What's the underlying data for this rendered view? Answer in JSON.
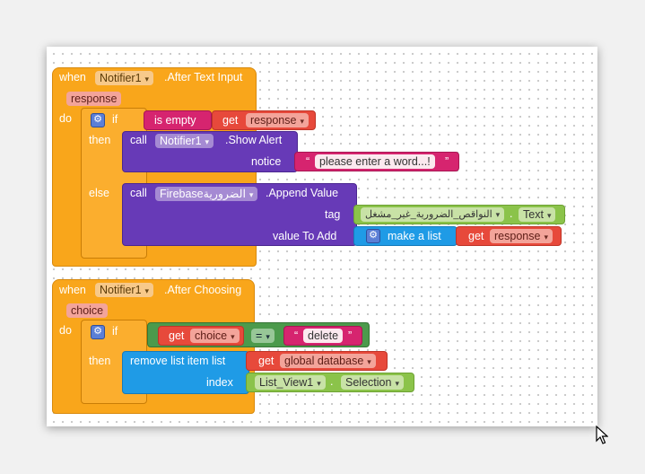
{
  "event1": {
    "when": "when",
    "component": "Notifier1",
    "event": ".After Text Input",
    "param": "response",
    "do": "do",
    "if": "if",
    "is_empty": "is empty",
    "get": "get",
    "get_var": "response",
    "then": "then",
    "call": "call",
    "call_component": "Notifier1",
    "method": ".Show Alert",
    "notice_label": "notice",
    "notice_text": "please enter a word...!",
    "else": "else",
    "call2": "call",
    "firebase_component": "Firebaseالضرورية",
    "append": ".Append Value",
    "tag_label": "tag",
    "tag_component": "النواقص_الضرورية_غير_مشغل",
    "text_prop": "Text",
    "value_label": "value To Add",
    "make_list": "make a list",
    "get2": "get",
    "get2_var": "response"
  },
  "event2": {
    "when": "when",
    "component": "Notifier1",
    "event": ".After Choosing",
    "param": "choice",
    "do": "do",
    "if": "if",
    "get": "get",
    "get_var": "choice",
    "equals": "=",
    "compare_text": "delete",
    "then": "then",
    "remove_label": "remove list item  list",
    "get2": "get",
    "global_var": "global database",
    "index_label": "index",
    "list_view": "List_View1",
    "selection": "Selection"
  },
  "colors": {
    "event": "#f9a61b",
    "component_call": "#673ab7",
    "variable": "#e7493b",
    "text": "#d6246f",
    "property": "#8bc34a",
    "list": "#1f9be6",
    "logic": "#4c9a4c"
  },
  "icons": [
    "gear-icon",
    "dropdown-arrow-icon",
    "mouse-cursor-icon"
  ]
}
